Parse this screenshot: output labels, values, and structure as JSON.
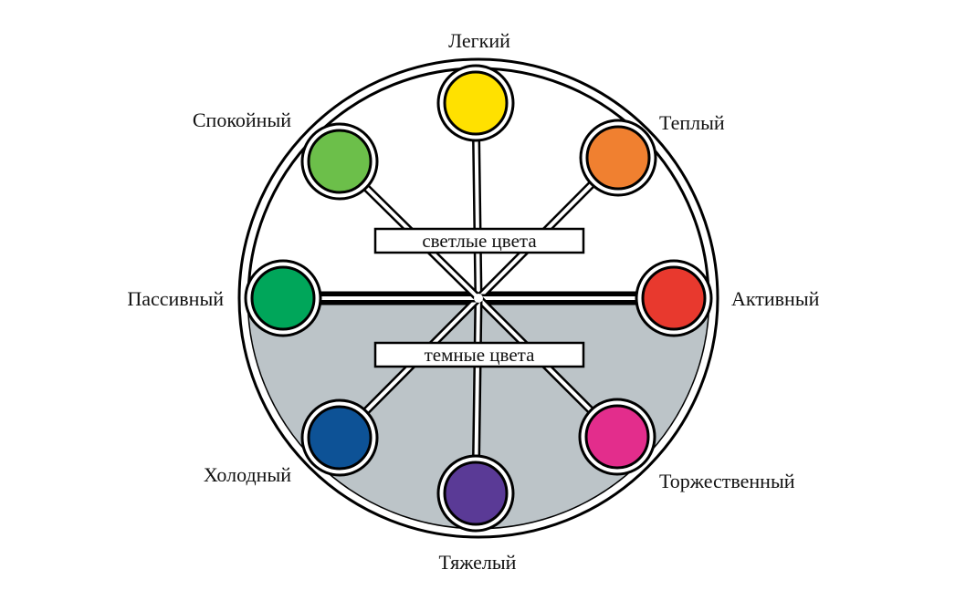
{
  "band_labels": {
    "light": "светлые цвета",
    "dark": "темные цвета"
  },
  "colors": {
    "outline": "#000000",
    "dark_half_fill": "#bcc4c8",
    "light_half_fill": "#ffffff"
  },
  "nodes": [
    {
      "id": "yellow",
      "label": "Легкий",
      "color": "#ffe100"
    },
    {
      "id": "orange",
      "label": "Теплый",
      "color": "#f08030"
    },
    {
      "id": "red",
      "label": "Активный",
      "color": "#e8392e"
    },
    {
      "id": "magenta",
      "label": "Торжественный",
      "color": "#e32d8c"
    },
    {
      "id": "violet",
      "label": "Тяжелый",
      "color": "#5a3a96"
    },
    {
      "id": "blue",
      "label": "Холодный",
      "color": "#0d5296"
    },
    {
      "id": "green",
      "label": "Пассивный",
      "color": "#00a65a"
    },
    {
      "id": "light-green",
      "label": "Спокойный",
      "color": "#6cbf4a"
    }
  ]
}
